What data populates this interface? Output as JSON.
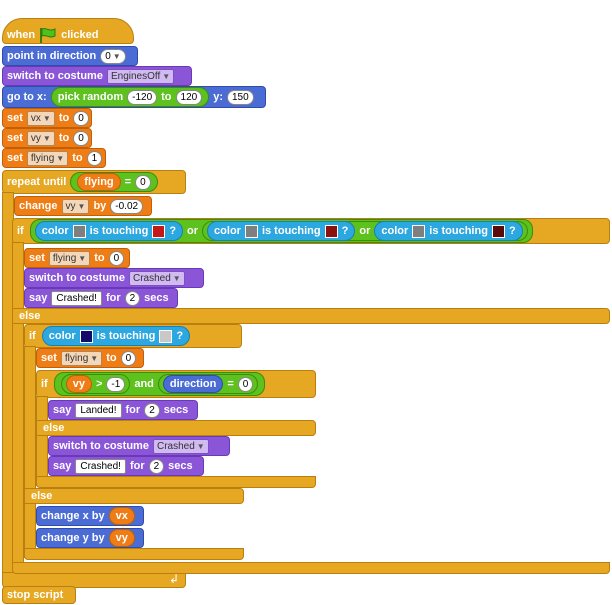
{
  "hat": {
    "when": "when",
    "clicked": "clicked"
  },
  "point": {
    "label": "point in direction",
    "value": "0"
  },
  "costume1": {
    "label": "switch to costume",
    "value": "EnginesOff"
  },
  "goto": {
    "label": "go to x:",
    "pick": "pick random",
    "from": "-120",
    "to_word": "to",
    "to": "120",
    "y_label": "y:",
    "y": "150"
  },
  "set_vx": {
    "set": "set",
    "var": "vx",
    "to": "to",
    "value": "0"
  },
  "set_vy": {
    "set": "set",
    "var": "vy",
    "to": "to",
    "value": "0"
  },
  "set_flying": {
    "set": "set",
    "var": "flying",
    "to": "to",
    "value": "1"
  },
  "repeat": {
    "label": "repeat until",
    "var": "flying",
    "op": "=",
    "value": "0"
  },
  "change_vy": {
    "label": "change",
    "var": "vy",
    "by": "by",
    "value": "-0.02"
  },
  "if1": {
    "label": "if",
    "color": "color",
    "touching": "is touching",
    "q": "?",
    "or": "or",
    "colors": [
      "#7f7f7f",
      "#c41818",
      "#7f7f7f",
      "#8c1010",
      "#7f7f7f",
      "#5a0a0a"
    ]
  },
  "set_flying0a": {
    "set": "set",
    "var": "flying",
    "to": "to",
    "value": "0"
  },
  "costume_crashed_a": {
    "label": "switch to costume",
    "value": "Crashed"
  },
  "say_crashed_a": {
    "say": "say",
    "text": "Crashed!",
    "for": "for",
    "secs_value": "2",
    "secs": "secs"
  },
  "else1": "else",
  "if2": {
    "label": "if",
    "color": "color",
    "touching": "is touching",
    "q": "?",
    "colors": [
      "#140a6a",
      "#c8c8c8"
    ]
  },
  "set_flying0b": {
    "set": "set",
    "var": "flying",
    "to": "to",
    "value": "0"
  },
  "if3": {
    "label": "if",
    "var1": "vy",
    "gt": ">",
    "val1": "-1",
    "and": "and",
    "var2": "direction",
    "eq": "=",
    "val2": "0"
  },
  "say_landed": {
    "say": "say",
    "text": "Landed!",
    "for": "for",
    "secs_value": "2",
    "secs": "secs"
  },
  "else3": "else",
  "costume_crashed_b": {
    "label": "switch to costume",
    "value": "Crashed"
  },
  "say_crashed_b": {
    "say": "say",
    "text": "Crashed!",
    "for": "for",
    "secs_value": "2",
    "secs": "secs"
  },
  "else2": "else",
  "change_x": {
    "label": "change x by",
    "var": "vx"
  },
  "change_y": {
    "label": "change y by",
    "var": "vy"
  },
  "stop": {
    "label": "stop script"
  },
  "colors": {
    "control": "#e6a822",
    "motion": "#4a6cd4",
    "looks": "#8a55d7",
    "variables": "#ee7d16",
    "operators": "#5dc11e",
    "sensing": "#2ca7e0"
  }
}
